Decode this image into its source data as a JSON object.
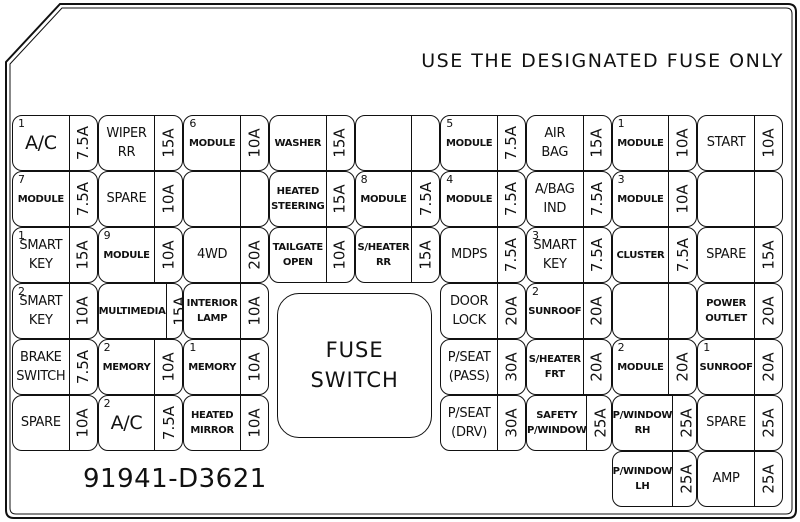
{
  "notice": "USE THE DESIGNATED FUSE ONLY",
  "part_number": "91941-D3621",
  "fuse_switch": {
    "line1": "FUSE",
    "line2": "SWITCH"
  },
  "rows": [
    [
      {
        "num": "1",
        "label": "A/C",
        "amp": "7.5A",
        "size": "huge"
      },
      {
        "label": "WIPER\nRR",
        "amp": "15A",
        "size": "big"
      },
      {
        "num": "6",
        "label": "MODULE",
        "amp": "10A"
      },
      {
        "label": "WASHER",
        "amp": "15A"
      },
      {
        "label": "",
        "amp": ""
      },
      {
        "num": "5",
        "label": "MODULE",
        "amp": "7.5A"
      },
      {
        "label": "AIR\nBAG",
        "amp": "15A",
        "size": "big"
      },
      {
        "num": "1",
        "label": "MODULE",
        "amp": "10A"
      },
      {
        "label": "START",
        "amp": "10A",
        "size": "big"
      }
    ],
    [
      {
        "num": "7",
        "label": "MODULE",
        "amp": "7.5A"
      },
      {
        "label": "SPARE",
        "amp": "10A",
        "size": "big"
      },
      {
        "label": "",
        "amp": ""
      },
      {
        "label": "HEATED\nSTEERING",
        "amp": "15A"
      },
      {
        "num": "8",
        "label": "MODULE",
        "amp": "7.5A"
      },
      {
        "num": "4",
        "label": "MODULE",
        "amp": "7.5A"
      },
      {
        "label": "A/BAG\nIND",
        "amp": "7.5A",
        "size": "big"
      },
      {
        "num": "3",
        "label": "MODULE",
        "amp": "10A"
      },
      {
        "label": "",
        "amp": ""
      }
    ],
    [
      {
        "num": "1",
        "label": "SMART\nKEY",
        "amp": "15A",
        "size": "big"
      },
      {
        "num": "9",
        "label": "MODULE",
        "amp": "10A"
      },
      {
        "label": "4WD",
        "amp": "20A",
        "size": "big"
      },
      {
        "label": "TAILGATE\nOPEN",
        "amp": "10A"
      },
      {
        "label": "S/HEATER\nRR",
        "amp": "15A"
      },
      {
        "label": "MDPS",
        "amp": "7.5A",
        "size": "big"
      },
      {
        "num": "3",
        "label": "SMART\nKEY",
        "amp": "7.5A",
        "size": "big"
      },
      {
        "label": "CLUSTER",
        "amp": "7.5A"
      },
      {
        "label": "SPARE",
        "amp": "15A",
        "size": "big"
      }
    ],
    [
      {
        "num": "2",
        "label": "SMART\nKEY",
        "amp": "10A",
        "size": "big"
      },
      {
        "label": "MULTIMEDIA",
        "amp": "15A"
      },
      {
        "label": "INTERIOR\nLAMP",
        "amp": "10A"
      },
      "skip",
      "skip",
      {
        "label": "DOOR\nLOCK",
        "amp": "20A",
        "size": "big"
      },
      {
        "num": "2",
        "label": "SUNROOF",
        "amp": "20A"
      },
      {
        "label": "",
        "amp": ""
      },
      {
        "label": "POWER\nOUTLET",
        "amp": "20A"
      }
    ],
    [
      {
        "label": "BRAKE\nSWITCH",
        "amp": "7.5A",
        "size": "big"
      },
      {
        "num": "2",
        "label": "MEMORY",
        "amp": "10A"
      },
      {
        "num": "1",
        "label": "MEMORY",
        "amp": "10A"
      },
      "skip",
      "skip",
      {
        "label": "P/SEAT\n(PASS)",
        "amp": "30A",
        "size": "big"
      },
      {
        "label": "S/HEATER\nFRT",
        "amp": "20A"
      },
      {
        "num": "2",
        "label": "MODULE",
        "amp": "20A"
      },
      {
        "num": "1",
        "label": "SUNROOF",
        "amp": "20A"
      }
    ],
    [
      {
        "label": "SPARE",
        "amp": "10A",
        "size": "big"
      },
      {
        "num": "2",
        "label": "A/C",
        "amp": "7.5A",
        "size": "huge"
      },
      {
        "label": "HEATED\nMIRROR",
        "amp": "10A"
      },
      "skip",
      "skip",
      {
        "label": "P/SEAT\n(DRV)",
        "amp": "30A",
        "size": "big"
      },
      {
        "label": "SAFETY\nP/WINDOW",
        "amp": "25A"
      },
      {
        "label": "P/WINDOW\nRH",
        "amp": "25A"
      },
      {
        "label": "SPARE",
        "amp": "25A",
        "size": "big"
      }
    ],
    [
      "none",
      "none",
      "none",
      "none",
      "none",
      "none",
      "none",
      {
        "label": "P/WINDOW\nLH",
        "amp": "25A"
      },
      {
        "label": "AMP",
        "amp": "25A",
        "size": "big"
      }
    ]
  ]
}
